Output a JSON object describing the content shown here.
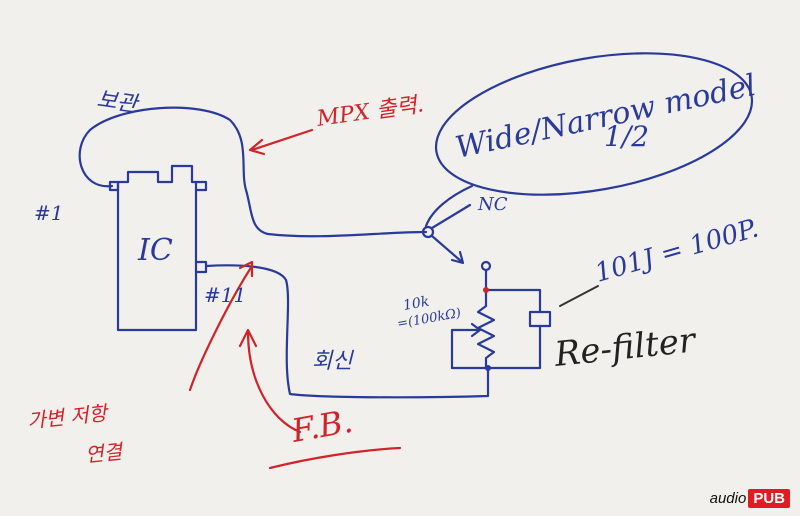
{
  "labels": {
    "top_left_korean": "보관",
    "mpx": "MPX 출력.",
    "wide_narrow": "Wide/Narrow model",
    "half": "1/2",
    "pin1": "#1",
    "ic": "IC",
    "pin11": "#11",
    "nc": "NC",
    "cap_value": "101J = 100P.",
    "pot_value_1": "10k",
    "pot_value_2": "=(100kΩ)",
    "re_filter": "Re-filter",
    "return_korean": "회신",
    "red_note_1": "가변 저항",
    "red_note_2": "연결",
    "fb": "F.B."
  },
  "logo": {
    "audio": "audio",
    "pub": "PUB"
  },
  "colors": {
    "blue_ink": "#2a3a9a",
    "red_ink": "#d0242a",
    "paper": "#f1f0ec"
  }
}
